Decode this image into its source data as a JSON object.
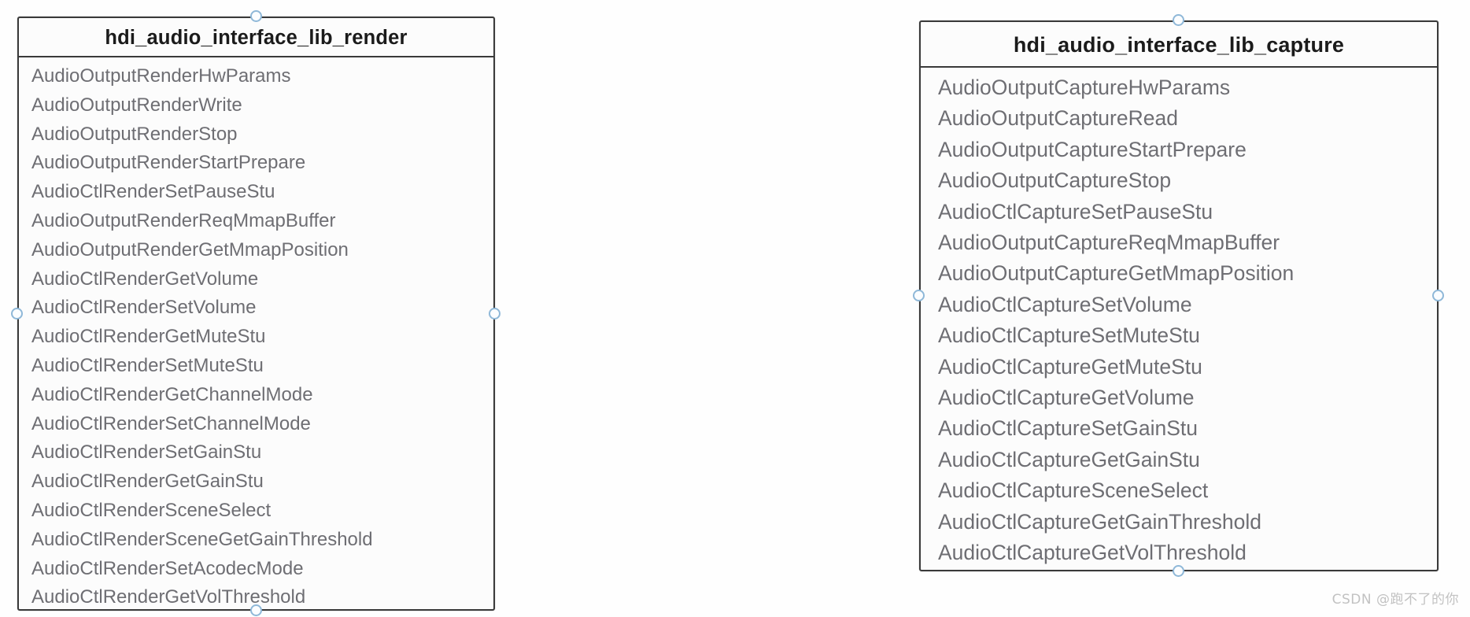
{
  "diagram": {
    "background_color": "#fefefe",
    "box_border_color": "#3a3a3a",
    "member_text_color": "#6e6e73",
    "anchor_color": "#8fb8d8",
    "boxes": [
      {
        "id": "render",
        "title": "hdi_audio_interface_lib_render",
        "members": [
          "AudioOutputRenderHwParams",
          "AudioOutputRenderWrite",
          "AudioOutputRenderStop",
          "AudioOutputRenderStartPrepare",
          "AudioCtlRenderSetPauseStu",
          "AudioOutputRenderReqMmapBuffer",
          "AudioOutputRenderGetMmapPosition",
          "AudioCtlRenderGetVolume",
          "AudioCtlRenderSetVolume",
          "AudioCtlRenderGetMuteStu",
          "AudioCtlRenderSetMuteStu",
          "AudioCtlRenderGetChannelMode",
          "AudioCtlRenderSetChannelMode",
          "AudioCtlRenderSetGainStu",
          "AudioCtlRenderGetGainStu",
          "AudioCtlRenderSceneSelect",
          "AudioCtlRenderSceneGetGainThreshold",
          "AudioCtlRenderSetAcodecMode",
          "AudioCtlRenderGetVolThreshold"
        ]
      },
      {
        "id": "capture",
        "title": "hdi_audio_interface_lib_capture",
        "members": [
          "AudioOutputCaptureHwParams",
          "AudioOutputCaptureRead",
          "AudioOutputCaptureStartPrepare",
          "AudioOutputCaptureStop",
          "AudioCtlCaptureSetPauseStu",
          "AudioOutputCaptureReqMmapBuffer",
          "AudioOutputCaptureGetMmapPosition",
          "AudioCtlCaptureSetVolume",
          "AudioCtlCaptureSetMuteStu",
          "AudioCtlCaptureGetMuteStu",
          "AudioCtlCaptureGetVolume",
          "AudioCtlCaptureSetGainStu",
          "AudioCtlCaptureGetGainStu",
          "AudioCtlCaptureSceneSelect",
          "AudioCtlCaptureGetGainThreshold",
          "AudioCtlCaptureGetVolThreshold"
        ]
      }
    ]
  },
  "watermark": {
    "text": "CSDN @跑不了的你"
  }
}
